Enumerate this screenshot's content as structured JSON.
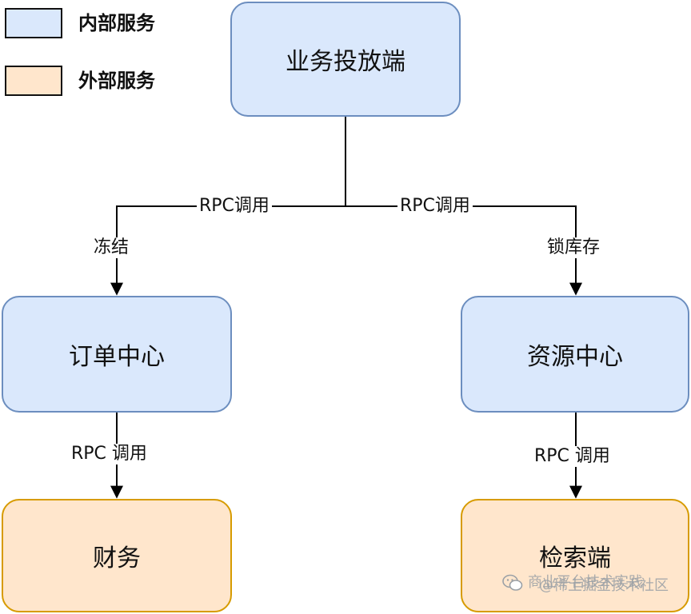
{
  "legend": [
    {
      "label": "内部服务",
      "fill": "#dae8fc",
      "stroke": "#6c8ebf"
    },
    {
      "label": "外部服务",
      "fill": "#ffe6cc",
      "stroke": "#d79b00"
    }
  ],
  "nodes": {
    "top": "业务投放端",
    "order_center": "订单中心",
    "resource_center": "资源中心",
    "finance": "财务",
    "search": "检索端"
  },
  "edges": {
    "rpc_left": "RPC调用",
    "rpc_right": "RPC调用",
    "freeze": "冻结",
    "lock_stock": "锁库存",
    "order_to_finance": "RPC 调用",
    "resource_to_search": "RPC 调用"
  },
  "watermark": {
    "line1": "商业平台技术实践",
    "line2": "@稀土掘金技术社区",
    "icon": "wechat-icon"
  },
  "colors": {
    "internal_fill": "#dae8fc",
    "internal_stroke": "#6c8ebf",
    "external_fill": "#ffe6cc",
    "external_stroke": "#d79b00"
  }
}
